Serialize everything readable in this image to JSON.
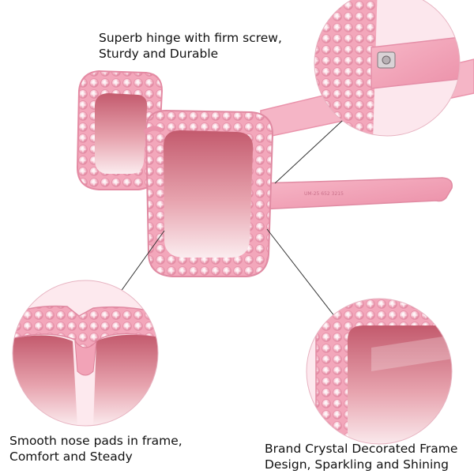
{
  "captions": {
    "hinge": {
      "line1": "Superb hinge with firm screw,",
      "line2": "Sturdy and Durable"
    },
    "nose": {
      "line1": "Smooth nose pads in frame,",
      "line2": "Comfort and Steady"
    },
    "crystal": {
      "line1": "Brand Crystal Decorated Frame",
      "line2": "Design, Sparkling and Shining"
    }
  },
  "product": {
    "temple_imprint": "UM-25 652 3215"
  },
  "colors": {
    "frame": "#f4a9bd",
    "frame_dark": "#e07c97",
    "lens_top": "#c45a6e",
    "lens_bottom": "#fbe7ea",
    "crystal": "#f9c8d5",
    "callout_line": "#333333"
  }
}
